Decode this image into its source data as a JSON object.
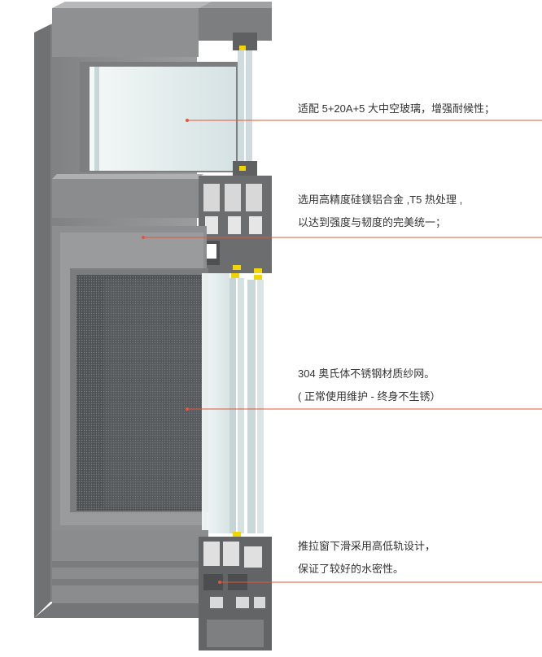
{
  "callouts": [
    {
      "lines": [
        "适配 5+20A+5 大中空玻璃，增强耐候性；"
      ]
    },
    {
      "lines": [
        "选用高精度硅镁铝合金 ,T5 热处理 ,",
        "以达到强度与韧度的完美统一；"
      ]
    },
    {
      "lines": [
        "304 奥氏体不锈钢材质纱网。",
        "( 正常使用维护 - 终身不生锈）"
      ]
    },
    {
      "lines": [
        "推拉窗下滑采用高低轨设计，",
        "保证了较好的水密性。"
      ]
    }
  ],
  "colors": {
    "frame": "#8a8c8e",
    "frame_dark": "#6d6f71",
    "frame_light": "#a3a5a7",
    "glass": "#dfe9ea",
    "mesh": "#56595c",
    "accent_line": "#e2553f",
    "gasket": "#f2d400"
  }
}
